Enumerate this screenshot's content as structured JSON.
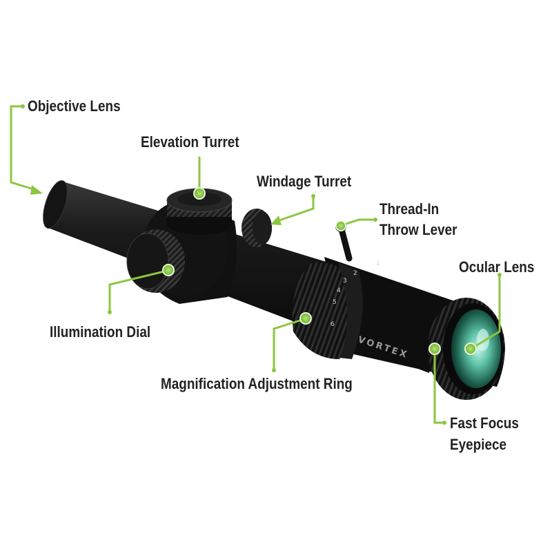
{
  "diagram": {
    "accent_color": "#8cc63f",
    "brand": "VORTEX",
    "magnification_marks": [
      "1",
      "2",
      "3",
      "4",
      "5",
      "6"
    ],
    "labels": {
      "objective_lens": "Objective Lens",
      "elevation_turret": "Elevation Turret",
      "windage_turret": "Windage Turret",
      "thread_in_throw_lever": [
        "Thread-In",
        "Throw Lever"
      ],
      "ocular_lens": "Ocular Lens",
      "illumination_dial": "Illumination Dial",
      "magnification_adjustment_ring": "Magnification Adjustment Ring",
      "fast_focus_eyepiece": [
        "Fast Focus",
        "Eyepiece"
      ]
    }
  }
}
